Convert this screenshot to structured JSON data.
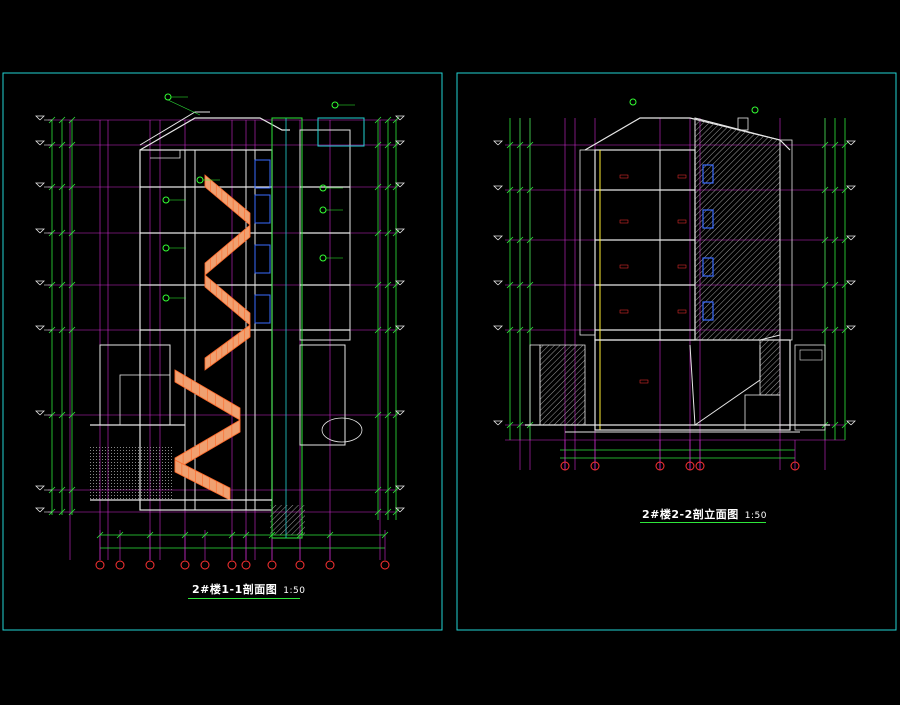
{
  "drawing_left": {
    "title": "2#楼1-1剖面图",
    "scale": "1:50"
  },
  "drawing_right": {
    "title": "2#楼2-2剖立面图",
    "scale": "1:50"
  },
  "colors": {
    "background": "#000000",
    "frame": "#22d3d3",
    "wall": "#e6e6e6",
    "dimension": "#2ee63a",
    "gridline": "#d02ad0",
    "stair": "#f0a070",
    "stair_edge": "#ff6a2a",
    "hatch": "#9a9a9a",
    "tag": "#33ff33",
    "accent_red": "#ff3333",
    "accent_yellow": "#ffee33"
  },
  "icons": [
    "elevation-marker-icon",
    "axis-bubble-icon",
    "section-tag-icon"
  ]
}
